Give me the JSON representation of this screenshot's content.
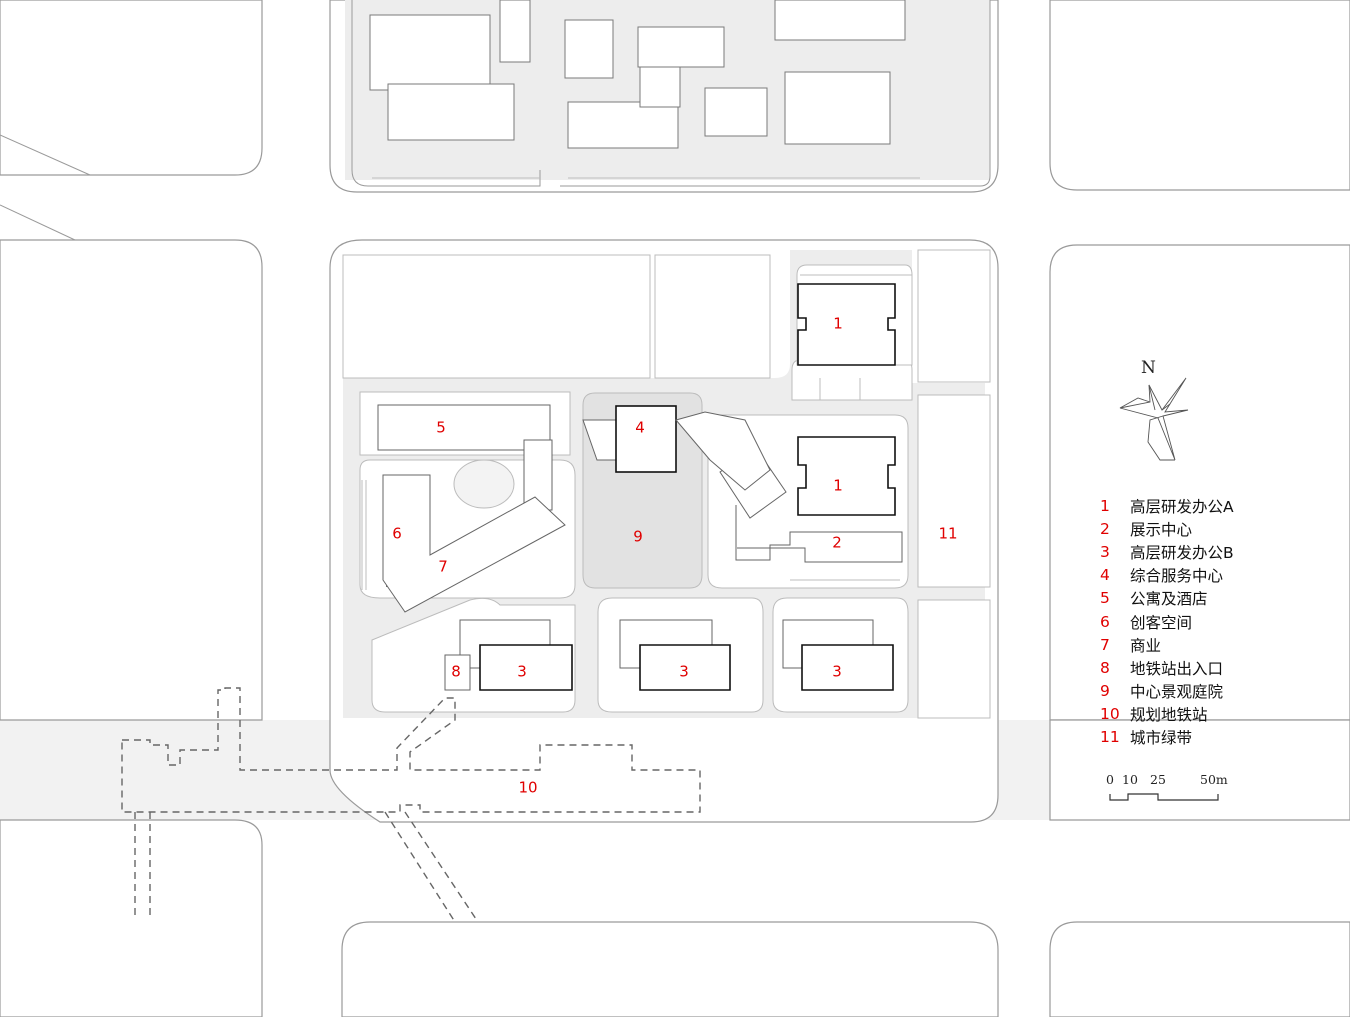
{
  "plan": {
    "building_labels": {
      "b1_north": "1",
      "b1_south": "1",
      "b2": "2",
      "b3_west": "3",
      "b3_mid": "3",
      "b3_east": "3",
      "b4": "4",
      "b5": "5",
      "b6": "6",
      "b7": "7",
      "b8": "8",
      "b9": "9",
      "b10": "10",
      "b11": "11"
    }
  },
  "compass": {
    "label": "N",
    "icon": "north-arrow-icon"
  },
  "legend": [
    {
      "num": "1",
      "text": "高层研发办公A"
    },
    {
      "num": "2",
      "text": "展示中心"
    },
    {
      "num": "3",
      "text": "高层研发办公B"
    },
    {
      "num": "4",
      "text": "综合服务中心"
    },
    {
      "num": "5",
      "text": "公寓及酒店"
    },
    {
      "num": "6",
      "text": "创客空间"
    },
    {
      "num": "7",
      "text": "商业"
    },
    {
      "num": "8",
      "text": "地铁站出入口"
    },
    {
      "num": "9",
      "text": "中心景观庭院"
    },
    {
      "num": "10",
      "text": "规划地铁站"
    },
    {
      "num": "11",
      "text": "城市绿带"
    }
  ],
  "scale_bar": {
    "t0": "0",
    "t1": "10",
    "t2": "25",
    "t3": "50m"
  },
  "colors": {
    "label_red": "#e00000",
    "ground_grey": "#ededed",
    "building_stroke": "#111111"
  }
}
